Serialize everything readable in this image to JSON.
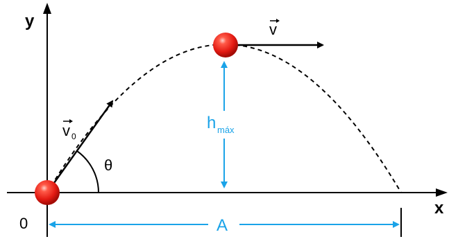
{
  "axes": {
    "x_label": "x",
    "y_label": "y",
    "origin_label": "0"
  },
  "vectors": {
    "initial_velocity_label": "v",
    "initial_velocity_subscript": "0",
    "top_velocity_label": "v"
  },
  "angle_label": "θ",
  "max_height": {
    "label": "h",
    "subscript": "máx"
  },
  "range_label": "A",
  "colors": {
    "accent": "#1aa3e8",
    "ball": "#e8281e",
    "line": "#000000"
  }
}
